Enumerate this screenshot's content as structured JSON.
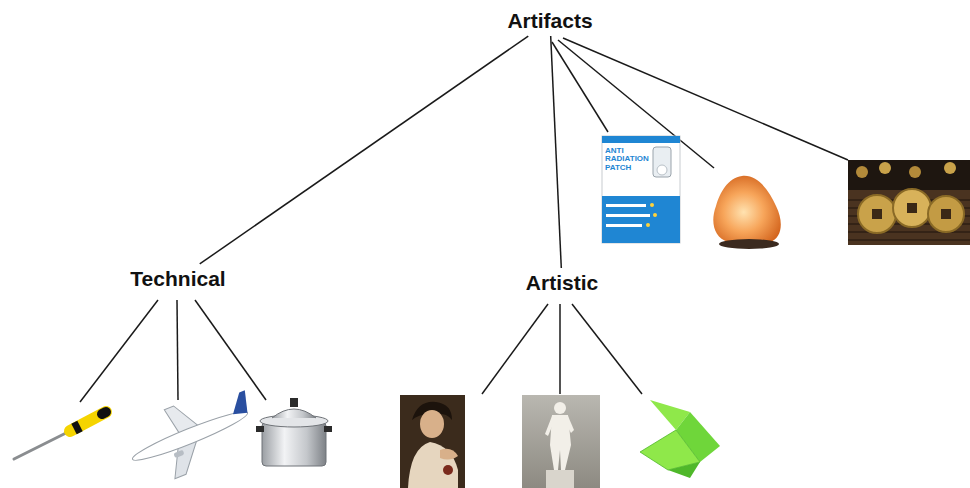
{
  "diagram": {
    "nodes": [
      {
        "text": [
          "Artifacts"
        ]
      },
      {
        "text": [
          "Technical"
        ]
      },
      {
        "text": [
          "Artistic"
        ]
      }
    ],
    "edges": [
      {
        "from": 0,
        "to": 1,
        "arrow": "none"
      },
      {
        "from": 0,
        "to": 2,
        "arrow": "none"
      }
    ],
    "labels": [
      "ANTI RADIATION PATCH"
    ]
  }
}
